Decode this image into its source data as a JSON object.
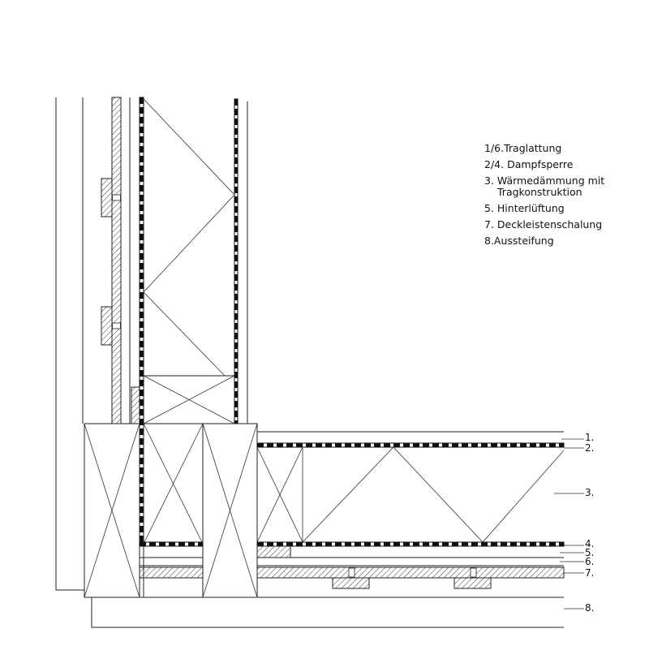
{
  "legend": {
    "items": [
      "1/6.Traglattung",
      "2/4. Dampfsperre",
      "3. Wärmedämmung mit",
      "Tragkonstruktion",
      "5. Hinterlüftung",
      "7. Deckleistenschalung",
      "8.Aussteifung"
    ]
  },
  "callouts": [
    "1.",
    "2.",
    "3.",
    "4.",
    "5.",
    "6.",
    "7.",
    "8."
  ]
}
